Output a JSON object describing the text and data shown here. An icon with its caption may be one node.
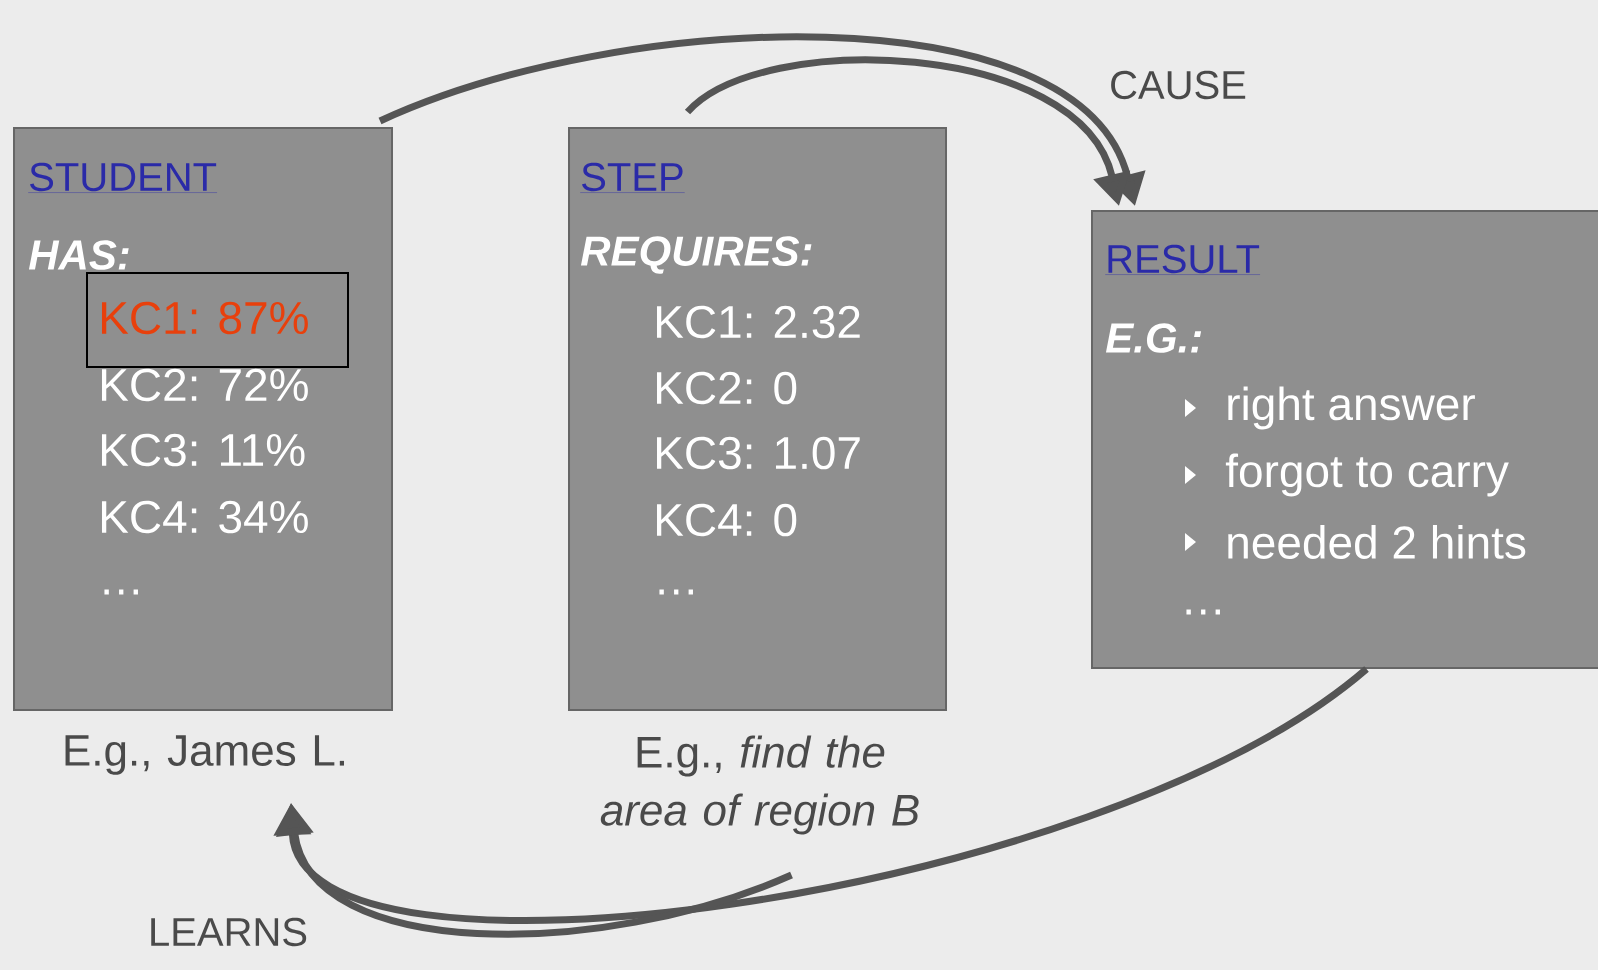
{
  "diagram": {
    "nodes": [
      {
        "text": [
          "STUDENT",
          "HAS:",
          "KC2: 72%",
          "KC3: 11%",
          "KC4: 34%",
          "…"
        ],
        "beside": [
          "E.g., James L."
        ]
      },
      {
        "text": [
          "KC1: 87%"
        ],
        "in": 0
      },
      {
        "text": [
          "STEP",
          "REQUIRES:",
          "KC1: 2.32",
          "KC2: 0",
          "KC3: 1.07",
          "KC4: 0",
          "…"
        ],
        "beside": [
          "E.g., *find the area of region B*"
        ]
      },
      {
        "text": [
          "RESULT",
          "E.G.:",
          "right answer",
          "forgot to carry",
          "needed 2 hints",
          "…"
        ]
      }
    ],
    "edges": [
      {
        "from": 0,
        "to": 3,
        "arrow": "to",
        "label": "CAUSE"
      },
      {
        "from": 2,
        "to": 3,
        "arrow": "to"
      },
      {
        "from": 3,
        "to": 0,
        "arrow": "to",
        "label": "LEARNS"
      },
      {
        "from": 2,
        "to": 0,
        "arrow": "to"
      }
    ]
  }
}
